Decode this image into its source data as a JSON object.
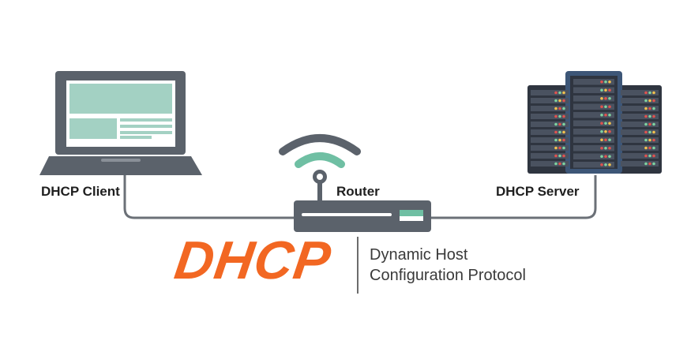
{
  "labels": {
    "client": "DHCP Client",
    "router": "Router",
    "server": "DHCP Server"
  },
  "logo": {
    "acronym": "DHCP",
    "line1": "Dynamic Host",
    "line2": "Configuration Protocol"
  },
  "colors": {
    "device_gray": "#5b626b",
    "screen_green": "#a3d1c3",
    "accent_green": "#6fbfa3",
    "wire_gray": "#6b7077",
    "logo_orange": "#f26722",
    "server_dark": "#2f3540",
    "server_blue": "#3d5677"
  },
  "icons": {
    "client": "laptop-icon",
    "router": "wifi-router-icon",
    "server": "server-rack-icon"
  }
}
